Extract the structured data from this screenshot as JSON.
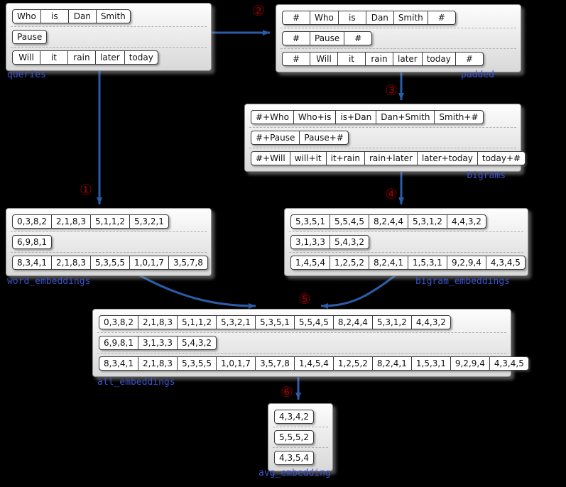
{
  "colors": {
    "background": "#000000",
    "label_blue": "#3d52cc",
    "arrow_blue": "#2a5ca8",
    "step_red": "#990000",
    "box_border": "#8f8f8f",
    "cell_border": "#3c3c3c"
  },
  "groups": {
    "queries": {
      "label": "queries",
      "rows": [
        [
          "Who",
          "is",
          "Dan",
          "Smith"
        ],
        [
          "Pause"
        ],
        [
          "Will",
          "it",
          "rain",
          "later",
          "today"
        ]
      ]
    },
    "padded": {
      "label": "padded",
      "rows": [
        [
          "#",
          "Who",
          "is",
          "Dan",
          "Smith",
          "#"
        ],
        [
          "#",
          "Pause",
          "#"
        ],
        [
          "#",
          "Will",
          "it",
          "rain",
          "later",
          "today",
          "#"
        ]
      ]
    },
    "bigrams": {
      "label": "bigrams",
      "rows": [
        [
          "#+Who",
          "Who+is",
          "is+Dan",
          "Dan+Smith",
          "Smith+#"
        ],
        [
          "#+Pause",
          "Pause+#"
        ],
        [
          "#+Will",
          "will+it",
          "it+rain",
          "rain+later",
          "later+today",
          "today+#"
        ]
      ]
    },
    "word_embeddings": {
      "label": "word_embeddings",
      "rows": [
        [
          "0,3,8,2",
          "2,1,8,3",
          "5,1,1,2",
          "5,3,2,1"
        ],
        [
          "6,9,8,1"
        ],
        [
          "8,3,4,1",
          "2,1,8,3",
          "5,3,5,5",
          "1,0,1,7",
          "3,5,7,8"
        ]
      ]
    },
    "bigram_embeddings": {
      "label": "bigram_embeddings",
      "rows": [
        [
          "5,3,5,1",
          "5,5,4,5",
          "8,2,4,4",
          "5,3,1,2",
          "4,4,3,2"
        ],
        [
          "3,1,3,3",
          "5,4,3,2"
        ],
        [
          "1,4,5,4",
          "1,2,5,2",
          "8,2,4,1",
          "1,5,3,1",
          "9,2,9,4",
          "4,3,4,5"
        ]
      ]
    },
    "all_embeddings": {
      "label": "all_embeddings",
      "rows": [
        [
          "0,3,8,2",
          "2,1,8,3",
          "5,1,1,2",
          "5,3,2,1",
          "5,3,5,1",
          "5,5,4,5",
          "8,2,4,4",
          "5,3,1,2",
          "4,4,3,2"
        ],
        [
          "6,9,8,1",
          "3,1,3,3",
          "5,4,3,2"
        ],
        [
          "8,3,4,1",
          "2,1,8,3",
          "5,3,5,5",
          "1,0,1,7",
          "3,5,7,8",
          "1,4,5,4",
          "1,2,5,2",
          "8,2,4,1",
          "1,5,3,1",
          "9,2,9,4",
          "4,3,4,5"
        ]
      ]
    },
    "avg_embedding": {
      "label": "avg_embedding",
      "rows": [
        [
          "4,3,4,2"
        ],
        [
          "5,5,5,2"
        ],
        [
          "4,3,5,4"
        ]
      ]
    }
  },
  "steps": {
    "s1": "①",
    "s2": "②",
    "s3": "③",
    "s4": "④",
    "s5": "⑤",
    "s6": "⑥"
  }
}
